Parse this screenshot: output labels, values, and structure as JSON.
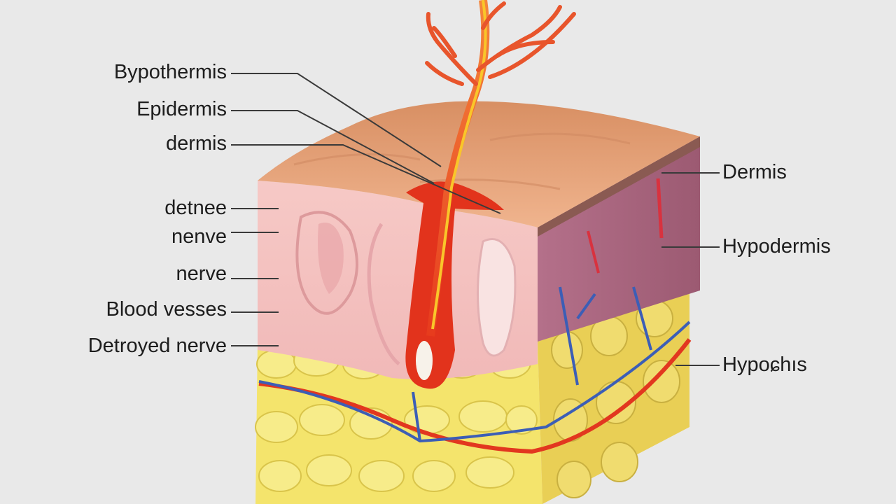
{
  "colors": {
    "background": "#e9e9e9",
    "epidermis_top": "#e8a47c",
    "dermis": "#f3c3c3",
    "side_dermis": "#a8607a",
    "fat": "#f2e267",
    "nerve_red": "#e23a1c",
    "nerve_yellow": "#f7c21b",
    "vessel_blue": "#3b5fb7",
    "leader_line": "#3a3a3a"
  },
  "labels": {
    "left": [
      "Bypothermis",
      "Epidermis",
      "dermis",
      "detnee",
      "nenve",
      "nerve",
      "Blood vesses",
      "Detroyed nerve"
    ],
    "right": [
      "Dermis",
      "Hypodermis",
      "Hypoɕhıs"
    ]
  }
}
